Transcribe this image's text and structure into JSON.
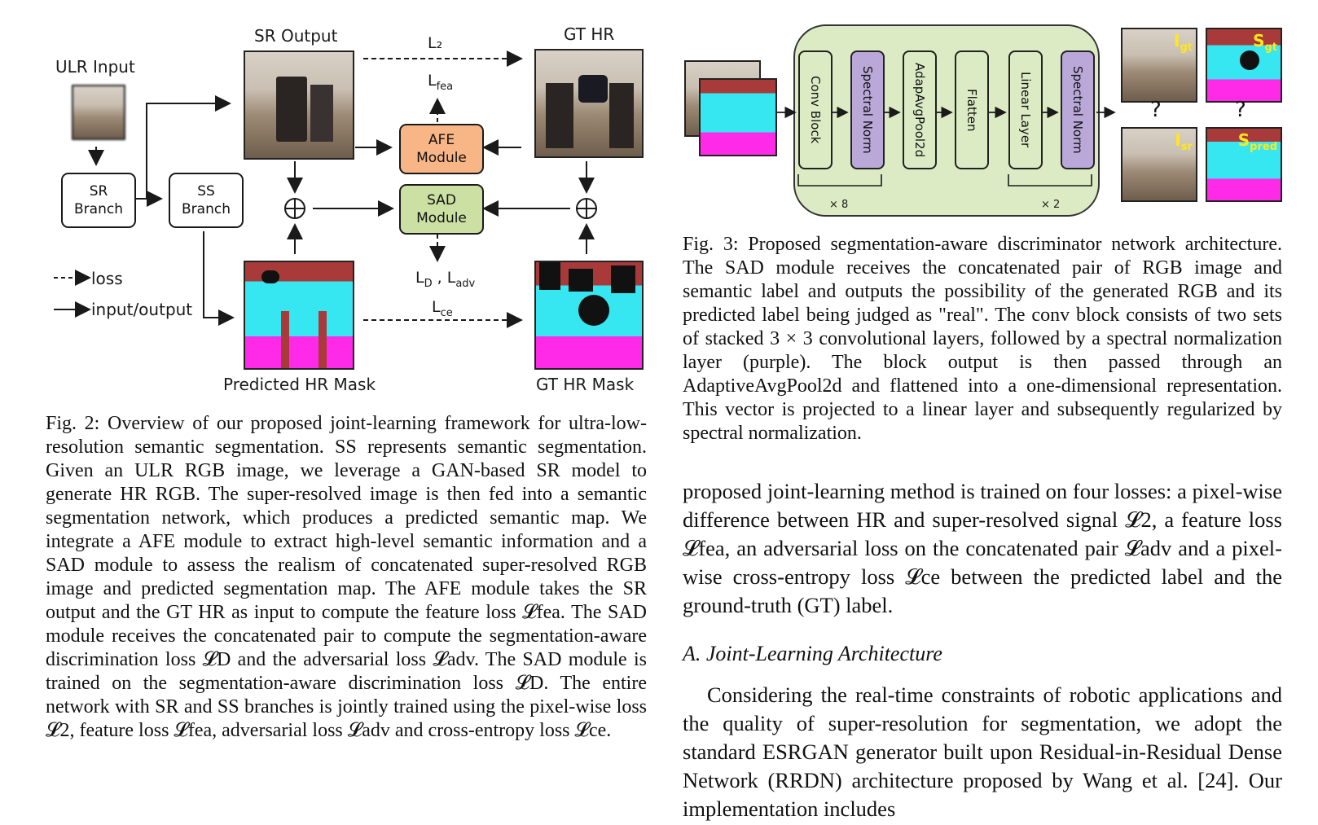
{
  "fig2": {
    "labels": {
      "ulr_input": "ULR Input",
      "sr_output": "SR Output",
      "gt_hr": "GT HR",
      "sr_branch": "SR\nBranch",
      "ss_branch": "SS\nBranch",
      "afe": "AFE\nModule",
      "sad": "SAD\nModule",
      "l2": "L₂",
      "lfea": "L",
      "lfea_sub": "fea",
      "ld": "L",
      "ld_sub": "D",
      "ladv_sep": " , L",
      "ladv_sub": "adv",
      "lce": "L",
      "lce_sub": "ce",
      "legend_loss": "loss",
      "legend_io": "input/output",
      "pred_mask": "Predicted HR Mask",
      "gt_mask": "GT HR Mask"
    },
    "caption": "Fig. 2: Overview of our proposed joint-learning framework for ultra-low-resolution semantic segmentation. SS represents semantic segmentation. Given an ULR RGB image, we leverage a GAN-based SR model to generate HR RGB. The super-resolved image is then fed into a semantic segmentation network, which produces a predicted semantic map. We integrate a AFE module to extract high-level semantic information and a SAD module to assess the realism of concatenated super-resolved RGB image and predicted segmentation map. The AFE module takes the SR output and the GT HR as input to compute the feature loss 𝓛fea. The SAD module receives the concatenated pair to compute the segmentation-aware discrimination loss 𝓛D and the adversarial loss 𝓛adv. The SAD module is trained on the segmentation-aware discrimination loss 𝓛D. The entire network with SR and SS branches is jointly trained using the pixel-wise loss 𝓛2, feature loss 𝓛fea, adversarial loss 𝓛adv and cross-entropy loss 𝓛ce."
  },
  "fig3": {
    "blocks": [
      "Conv Block",
      "Spectral Norm",
      "AdapAvgPool2d",
      "Flatten",
      "Linear Layer",
      "Spectral Norm"
    ],
    "x8": "× 8",
    "x2": "× 2",
    "tags": {
      "igt": "I",
      "igt_sub": "gt",
      "sgt": "S",
      "sgt_sub": "gt",
      "isr": "I",
      "isr_sub": "sr",
      "spred": "S",
      "spred_sub": "pred"
    },
    "qmark": "?",
    "caption": "Fig. 3: Proposed segmentation-aware discriminator network architecture. The SAD module receives the concatenated pair of RGB image and semantic label and outputs the possibility of the generated RGB and its predicted label being judged as \"real\". The conv block consists of two sets of stacked 3 × 3 convolutional layers, followed by a spectral normalization layer (purple). The block output is then passed through an AdaptiveAvgPool2d and flattened into a one-dimensional representation. This vector is projected to a linear layer and subsequently regularized by spectral normalization."
  },
  "body": {
    "para1": "proposed joint-learning method is trained on four losses: a pixel-wise difference between HR and super-resolved signal 𝓛2, a feature loss 𝓛fea, an adversarial loss on the concatenated pair 𝓛adv and a pixel-wise cross-entropy loss 𝓛ce between the predicted label and the ground-truth (GT) label.",
    "section": "A.  Joint-Learning Architecture",
    "para2": "Considering the real-time constraints of robotic applications and the quality of super-resolution for segmentation, we adopt the standard ESRGAN generator built upon Residual-in-Residual Dense Network (RRDN) architecture proposed by Wang et al. [24]. Our implementation includes"
  }
}
